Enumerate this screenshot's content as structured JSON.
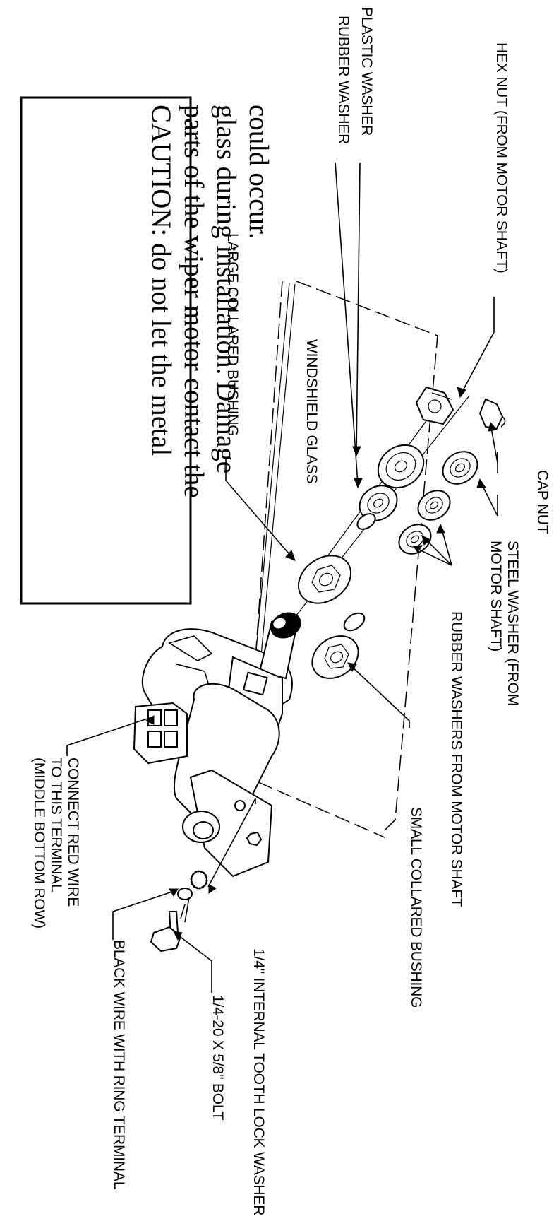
{
  "caution": {
    "lines": [
      "CAUTION: do not let the metal",
      "parts of the wiper motor contact the",
      "glass during installation. Damage",
      "could occur."
    ]
  },
  "labels": {
    "hex_nut": "HEX NUT (FROM MOTOR SHAFT)",
    "plastic_washer": "PLASTIC WASHER",
    "rubber_washer": "RUBBER WASHER",
    "large_collared_bushing": "LARGE COLLARED BUSHING",
    "windshield_glass": "WINDSHIELD GLASS",
    "cap_nut": "CAP NUT",
    "steel_washer_1": "STEEL WASHER (FROM",
    "steel_washer_2": "MOTOR SHAFT)",
    "rubber_washers_motor_shaft": "RUBBER WASHERS FROM MOTOR SHAFT",
    "small_collared_bushing": "SMALL COLLARED BUSHING",
    "lock_washer": "1/4\" INTERNAL TOOTH LOCK WASHER",
    "bolt": "1/4-20 X 5/8\" BOLT",
    "black_wire": "BLACK WIRE WITH RING TERMINAL",
    "red_wire_1": "CONNECT RED WIRE",
    "red_wire_2": "TO THIS TERMINAL",
    "red_wire_3": "(MIDDLE BOTTOM ROW)"
  }
}
